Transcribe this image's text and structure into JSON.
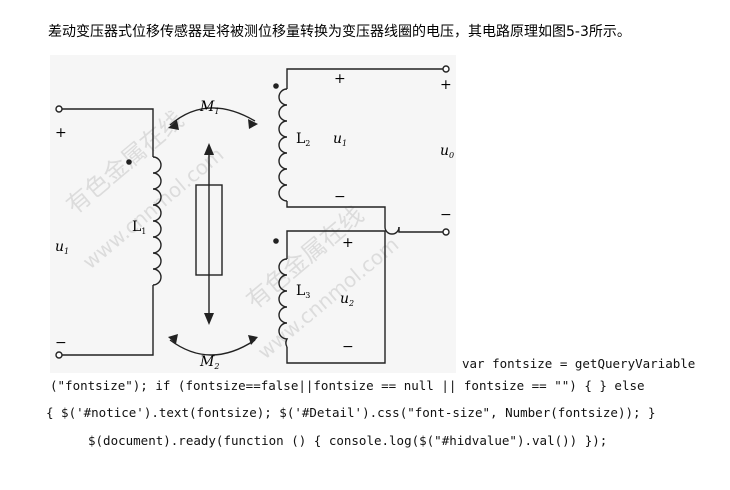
{
  "heading": "差动变压器式位移传感器是将被测位移量转换为变压器线圈的电压，其电路原理如图5-3所示。",
  "figure": {
    "labels": {
      "plus_input": "+",
      "minus_input": "−",
      "u1_input": "u",
      "u1_input_sub": "1",
      "L1": "L",
      "L1_sub": "1",
      "L2": "L",
      "L2_sub": "2",
      "L3": "L",
      "L3_sub": "3",
      "M1": "M",
      "M1_sub": "1",
      "M2": "M",
      "M2_sub": "2",
      "u1_right": "u",
      "u1_right_sub": "1",
      "u2_right": "u",
      "u2_right_sub": "2",
      "u0": "u",
      "u0_sub": "0",
      "plus_top": "+",
      "minus_top": "−",
      "plus_mid": "+",
      "minus_mid": "−",
      "plus_out": "+",
      "minus_out": "−"
    },
    "watermarks": [
      "有色金属在线",
      "www.cnnmol.com",
      "有色金属在线",
      "www.cnnmol.com"
    ]
  },
  "code_lines": [
    "var fontsize = getQueryVariable",
    "(\"fontsize\"); if (fontsize==false||fontsize == null || fontsize == \"\") { } else",
    "{ $('#notice').text(fontsize); $('#Detail').css(\"font-size\", Number(fontsize)); }",
    "$(document).ready(function () { console.log($(\"#hidvalue\").val()) });"
  ]
}
